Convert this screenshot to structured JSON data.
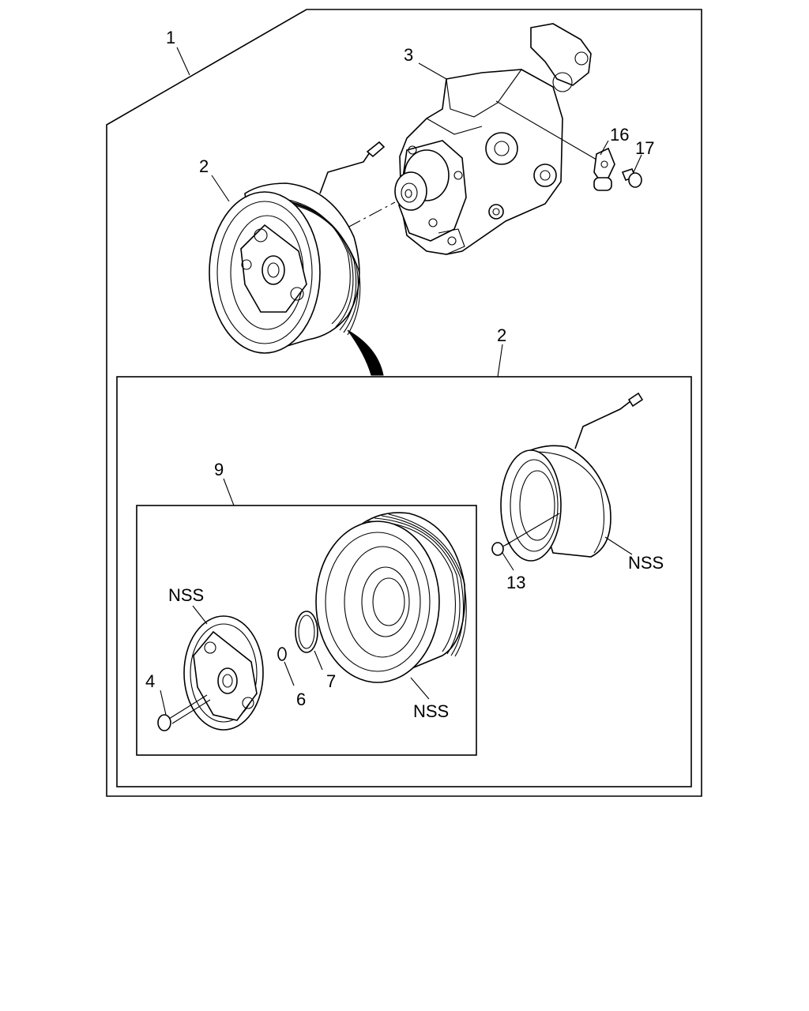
{
  "callouts": {
    "c1": "1",
    "c2_top": "2",
    "c3": "3",
    "c16": "16",
    "c17": "17",
    "c2_inset": "2",
    "c9": "9",
    "c13": "13",
    "nss_coil": "NSS",
    "nss_plate": "NSS",
    "c4": "4",
    "c6": "6",
    "c7": "7",
    "nss_pulley": "NSS"
  }
}
